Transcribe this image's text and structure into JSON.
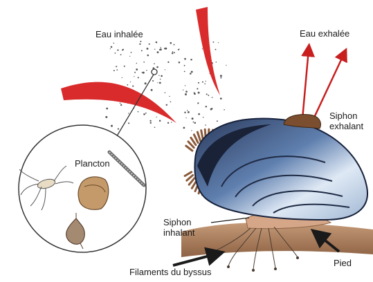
{
  "labels": {
    "inhaled_water": "Eau inhalée",
    "exhaled_water": "Eau exhalée",
    "plankton": "Plancton",
    "exhalant_siphon_line1": "Siphon",
    "exhalant_siphon_line2": "exhalant",
    "inhalant_siphon_line1": "Siphon",
    "inhalant_siphon_line2": "inhalant",
    "byssus_threads": "Filaments du byssus",
    "foot": "Pied"
  },
  "colors": {
    "current_arrow": "#d92b2b",
    "shell_dark": "#1e2a44",
    "shell_light": "#cfe0f0",
    "ground": "#b08262",
    "siphon": "#7a4e2e"
  }
}
